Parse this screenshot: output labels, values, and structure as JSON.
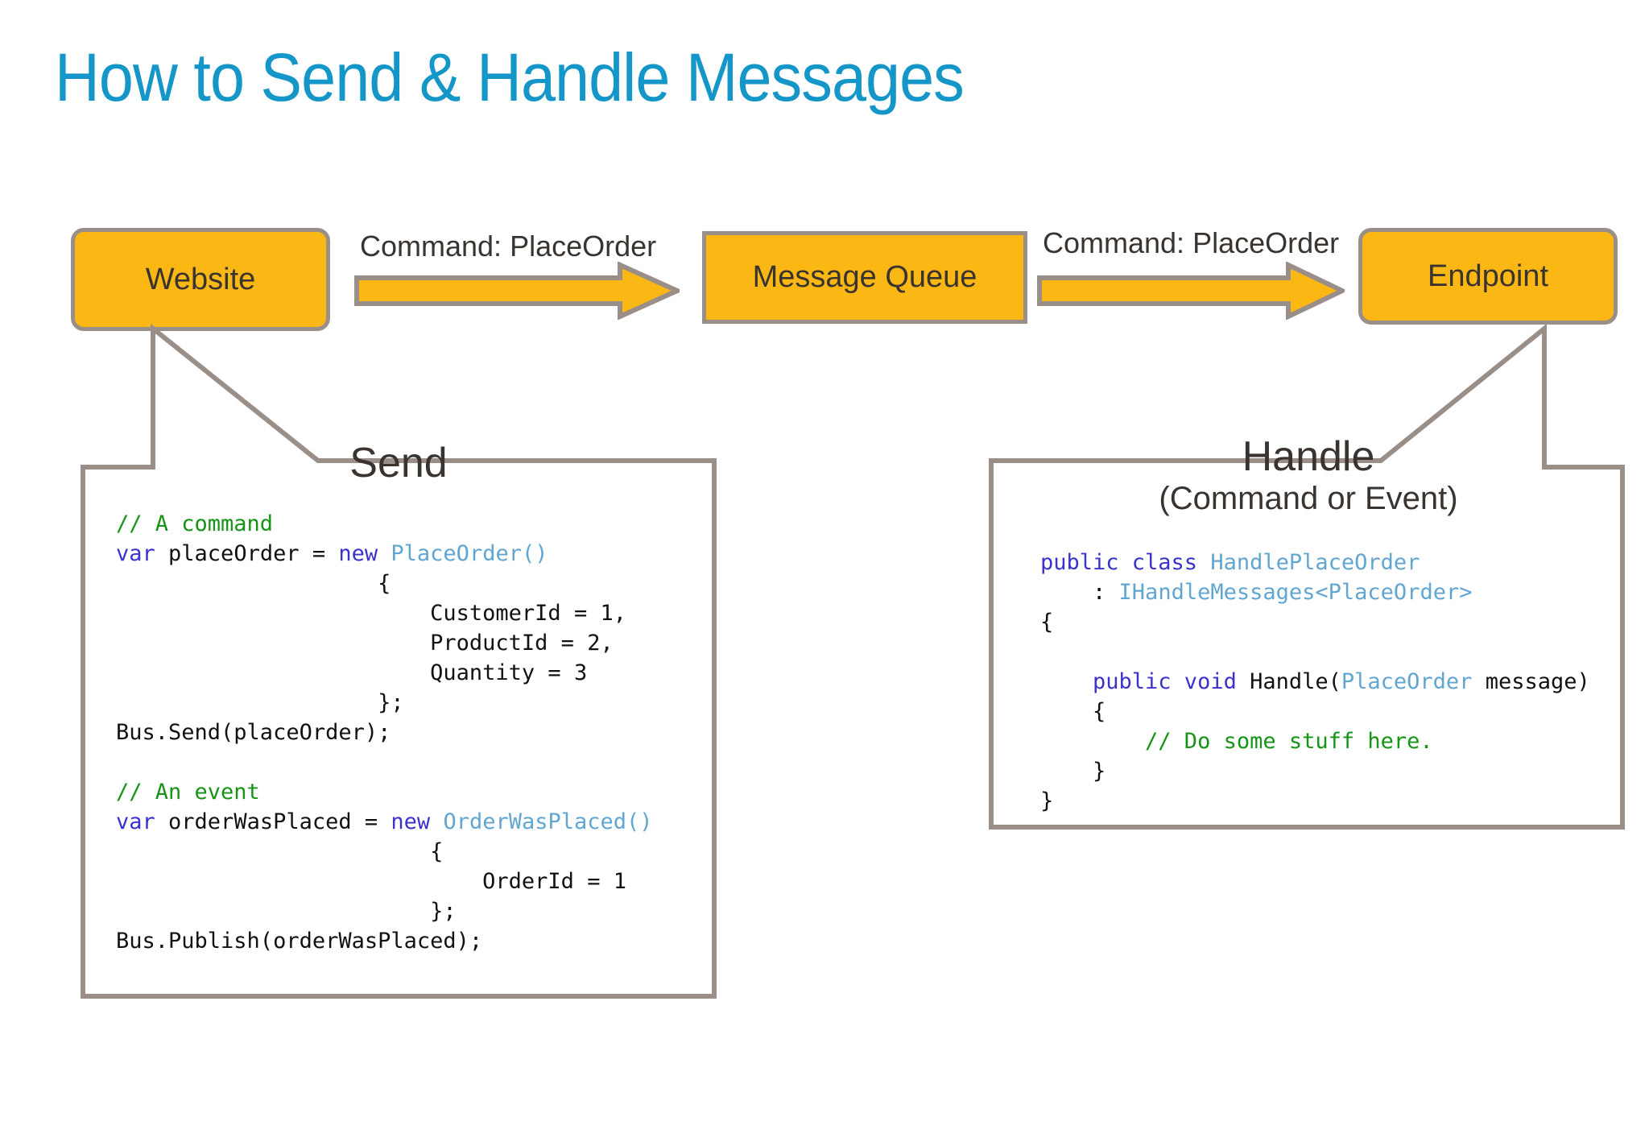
{
  "slide": {
    "title": "How to Send & Handle Messages",
    "title_color": "#1596C8",
    "background": "#ffffff"
  },
  "flow": {
    "box_fill": "#FBB713",
    "box_border": "#9A8F88",
    "arrow_fill": "#FBB713",
    "arrow_border": "#9A8F88",
    "nodes": [
      {
        "id": "website",
        "label": "Website"
      },
      {
        "id": "message-queue",
        "label": "Message Queue"
      },
      {
        "id": "endpoint",
        "label": "Endpoint"
      }
    ],
    "arrows": [
      {
        "id": "website-to-queue",
        "label": "Command: PlaceOrder"
      },
      {
        "id": "queue-to-endpoint",
        "label": "Command: PlaceOrder"
      }
    ]
  },
  "callouts": {
    "border_color": "#9A8F88",
    "send": {
      "heading": "Send",
      "source_node": "website"
    },
    "handle": {
      "heading": "Handle",
      "subtitle": "(Command or Event)",
      "source_node": "endpoint"
    }
  },
  "code": {
    "colors": {
      "comment": "#169416",
      "keyword": "#3B32CE",
      "type": "#61A6D1",
      "identifier": "#111111"
    },
    "send": {
      "lines": [
        [
          {
            "t": "// A command",
            "c": "cmt"
          }
        ],
        [
          {
            "t": "var",
            "c": "kw"
          },
          {
            "t": " placeOrder = ",
            "c": "id"
          },
          {
            "t": "new",
            "c": "kw"
          },
          {
            "t": " ",
            "c": "id"
          },
          {
            "t": "PlaceOrder",
            "c": "type"
          },
          {
            "t": "(",
            "c": "type"
          },
          {
            "t": ")",
            "c": "type"
          }
        ],
        [
          {
            "t": "                    {",
            "c": "id"
          }
        ],
        [
          {
            "t": "                        CustomerId = 1,",
            "c": "id"
          }
        ],
        [
          {
            "t": "                        ProductId = 2,",
            "c": "id"
          }
        ],
        [
          {
            "t": "                        Quantity = 3",
            "c": "id"
          }
        ],
        [
          {
            "t": "                    };",
            "c": "id"
          }
        ],
        [
          {
            "t": "Bus.Send(placeOrder);",
            "c": "id"
          }
        ],
        [
          {
            "t": "",
            "c": "id"
          }
        ],
        [
          {
            "t": "// An event",
            "c": "cmt"
          }
        ],
        [
          {
            "t": "var",
            "c": "kw"
          },
          {
            "t": " orderWasPlaced = ",
            "c": "id"
          },
          {
            "t": "new",
            "c": "kw"
          },
          {
            "t": " ",
            "c": "id"
          },
          {
            "t": "OrderWasPlaced",
            "c": "type"
          },
          {
            "t": "(",
            "c": "type"
          },
          {
            "t": ")",
            "c": "type"
          }
        ],
        [
          {
            "t": "                        {",
            "c": "id"
          }
        ],
        [
          {
            "t": "                            OrderId = 1",
            "c": "id"
          }
        ],
        [
          {
            "t": "                        };",
            "c": "id"
          }
        ],
        [
          {
            "t": "Bus.Publish(orderWasPlaced);",
            "c": "id"
          }
        ]
      ]
    },
    "handle": {
      "lines": [
        [
          {
            "t": "public class ",
            "c": "kw"
          },
          {
            "t": "HandlePlaceOrder",
            "c": "type"
          }
        ],
        [
          {
            "t": "    : ",
            "c": "id"
          },
          {
            "t": "IHandleMessages",
            "c": "type"
          },
          {
            "t": "<",
            "c": "type"
          },
          {
            "t": "PlaceOrder",
            "c": "type"
          },
          {
            "t": ">",
            "c": "type"
          }
        ],
        [
          {
            "t": "{",
            "c": "id"
          }
        ],
        [
          {
            "t": "",
            "c": "id"
          }
        ],
        [
          {
            "t": "    public void ",
            "c": "kw"
          },
          {
            "t": "Handle(",
            "c": "id"
          },
          {
            "t": "PlaceOrder",
            "c": "type"
          },
          {
            "t": " message)",
            "c": "id"
          }
        ],
        [
          {
            "t": "    {",
            "c": "id"
          }
        ],
        [
          {
            "t": "        // Do some stuff here.",
            "c": "cmt"
          }
        ],
        [
          {
            "t": "    }",
            "c": "id"
          }
        ],
        [
          {
            "t": "}",
            "c": "id"
          }
        ]
      ]
    }
  }
}
